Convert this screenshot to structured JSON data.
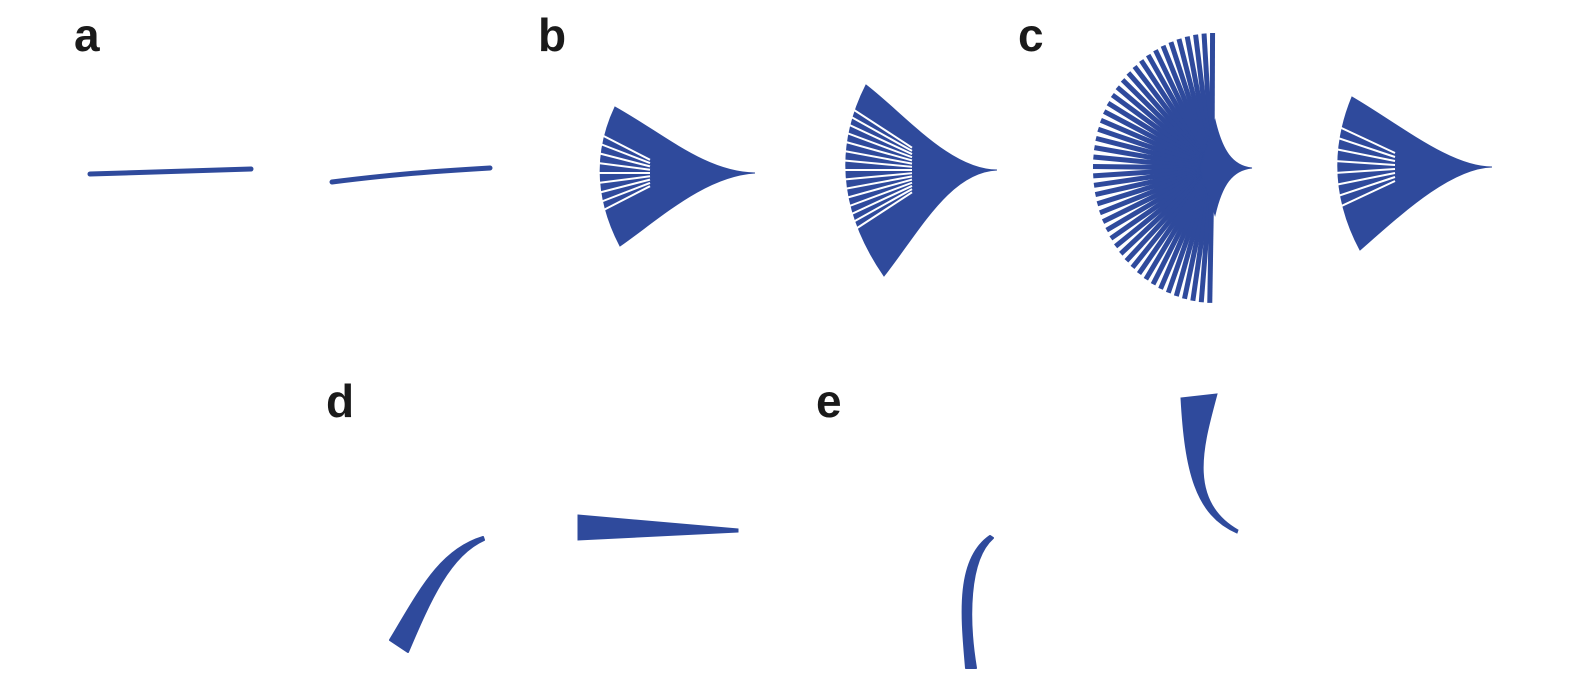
{
  "panels": {
    "a": {
      "label": "a"
    },
    "b": {
      "label": "b"
    },
    "c": {
      "label": "c"
    },
    "d": {
      "label": "d"
    },
    "e": {
      "label": "e"
    }
  },
  "colors": {
    "shape": "#2f4a9c",
    "background": "#ffffff"
  }
}
